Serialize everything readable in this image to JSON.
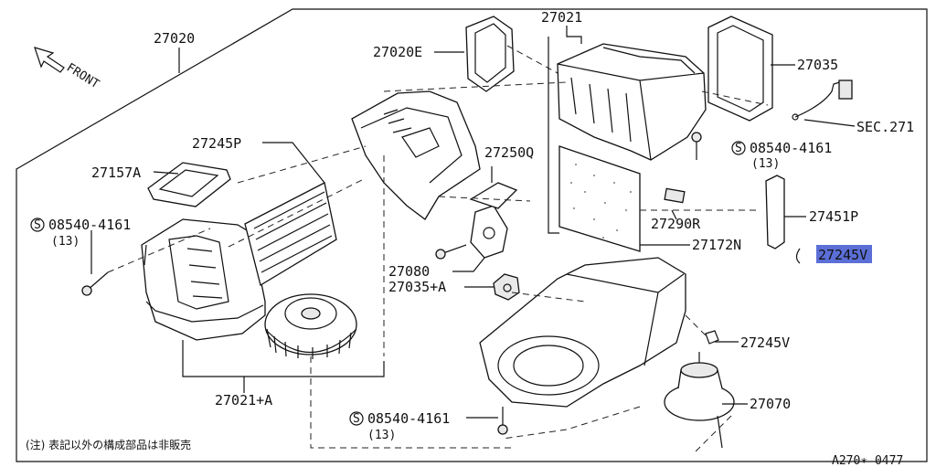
{
  "diagram": {
    "front_label": "FRONT",
    "code": "A270∗ 0477",
    "note": "(注) 表記以外の構成部品は非販売",
    "parts": {
      "p27020": "27020",
      "p27020E": "27020E",
      "p27021": "27021",
      "p27035": "27035",
      "sec271": "SEC.271",
      "bolt_right": "08540-4161",
      "bolt_right_qty": "(13)",
      "p27245P": "27245P",
      "p27250Q": "27250Q",
      "p27157A": "27157A",
      "bolt_left": "08540-4161",
      "bolt_left_qty": "(13)",
      "p27451P": "27451P",
      "p27290R": "27290R",
      "p27172N": "27172N",
      "p27245V_hl": "27245V",
      "p27080": "27080",
      "p27035A": "27035+A",
      "p27245V": "27245V",
      "p27021A": "27021+A",
      "p27070": "27070",
      "bolt_bottom": "08540-4161",
      "bolt_bottom_qty": "(13)"
    },
    "screw_symbol": "S",
    "highlight_color": "#5b6fd6"
  }
}
